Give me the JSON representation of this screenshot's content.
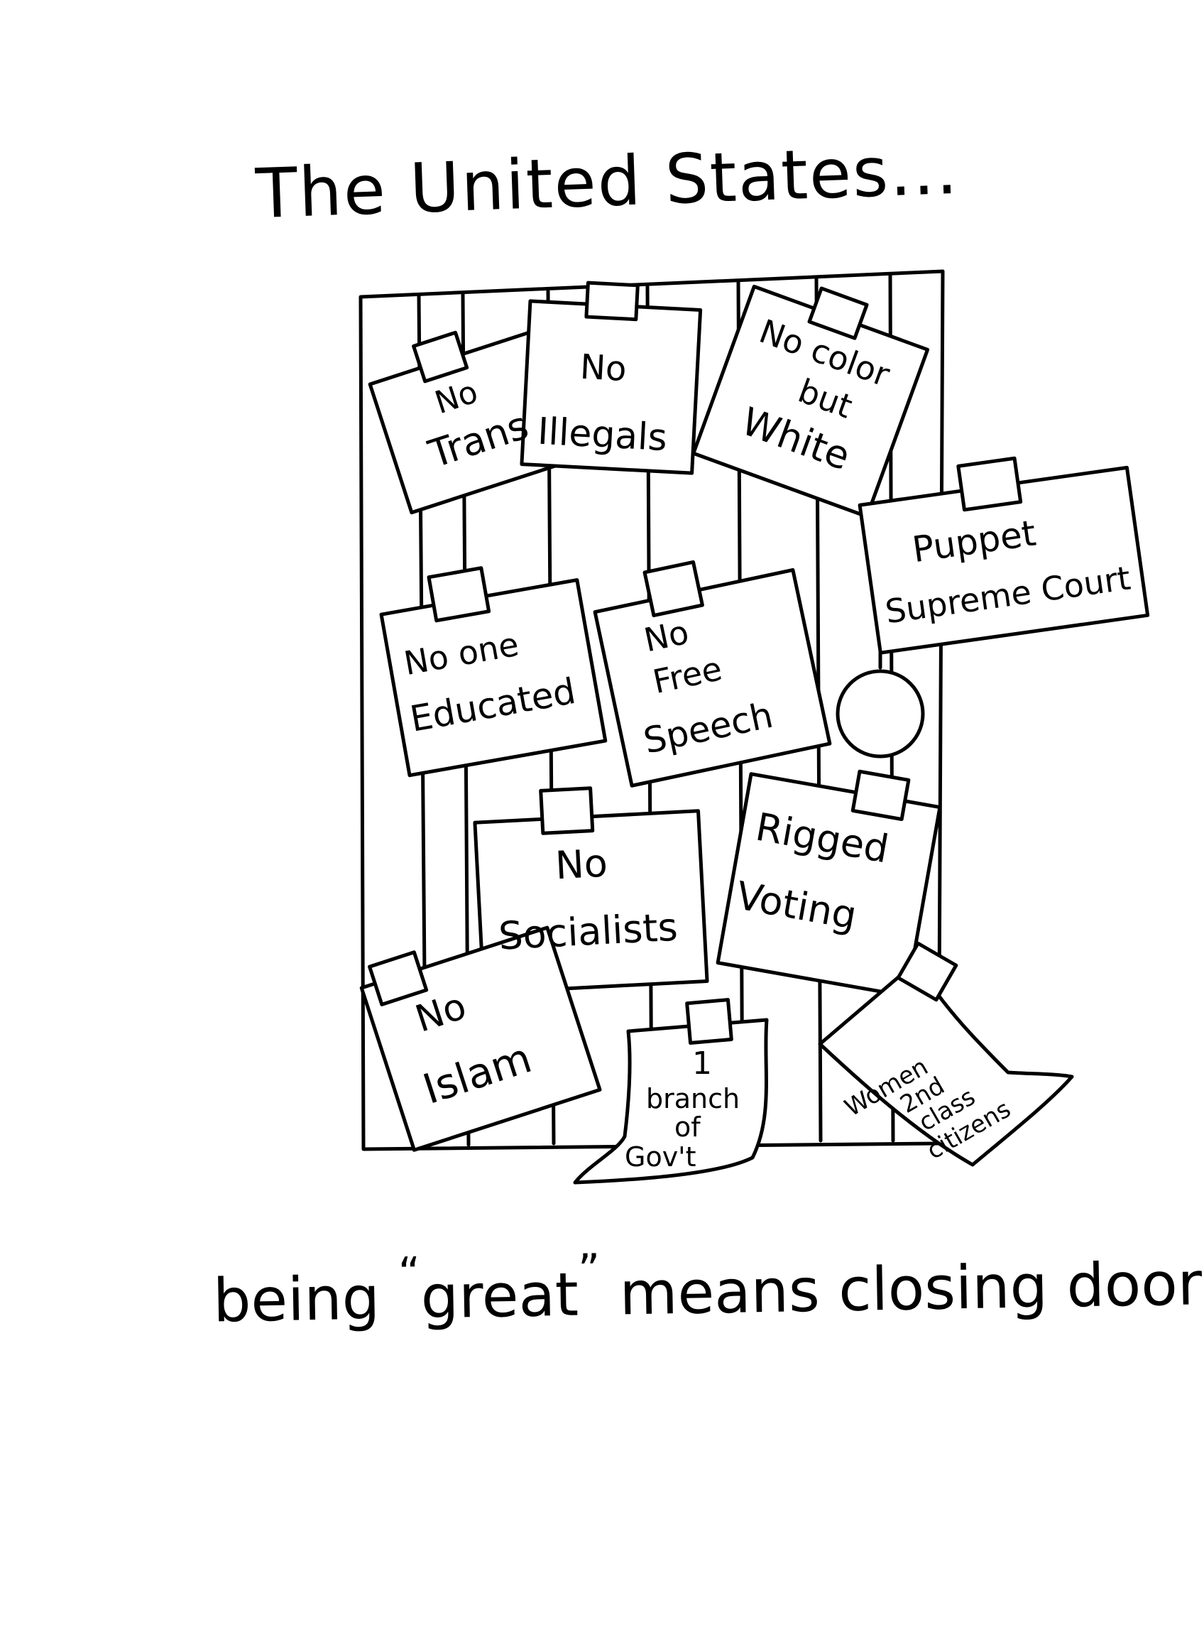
{
  "title": "The United States...",
  "caption": {
    "before": "being ",
    "open_quote": "“",
    "quoted_word": "great",
    "close_quote": "”",
    "after": " means closing doors"
  },
  "signs": {
    "no_trans": [
      "No",
      "Trans"
    ],
    "no_illegals": [
      "No",
      "Illegals"
    ],
    "no_color": [
      "No color",
      "but",
      "White"
    ],
    "puppet_court": [
      "Puppet",
      "Supreme Court"
    ],
    "no_one_educated": [
      "No one",
      "Educated"
    ],
    "no_free_speech": [
      "No",
      "Free",
      "Speech"
    ],
    "rigged_voting": [
      "Rigged",
      "Voting"
    ],
    "no_socialists": [
      "No",
      "Socialists"
    ],
    "no_islam": [
      "No",
      "Islam"
    ],
    "one_branch": [
      "1",
      "branch",
      "of",
      "Gov't"
    ],
    "women_2nd_class": [
      "Women",
      "2nd",
      "class",
      "citizens"
    ]
  },
  "icons": {
    "door": "door-icon",
    "doorknob": "doorknob-icon",
    "tape": "tape-icon"
  },
  "colors": {
    "ink": "#000000",
    "paper": "#ffffff"
  }
}
